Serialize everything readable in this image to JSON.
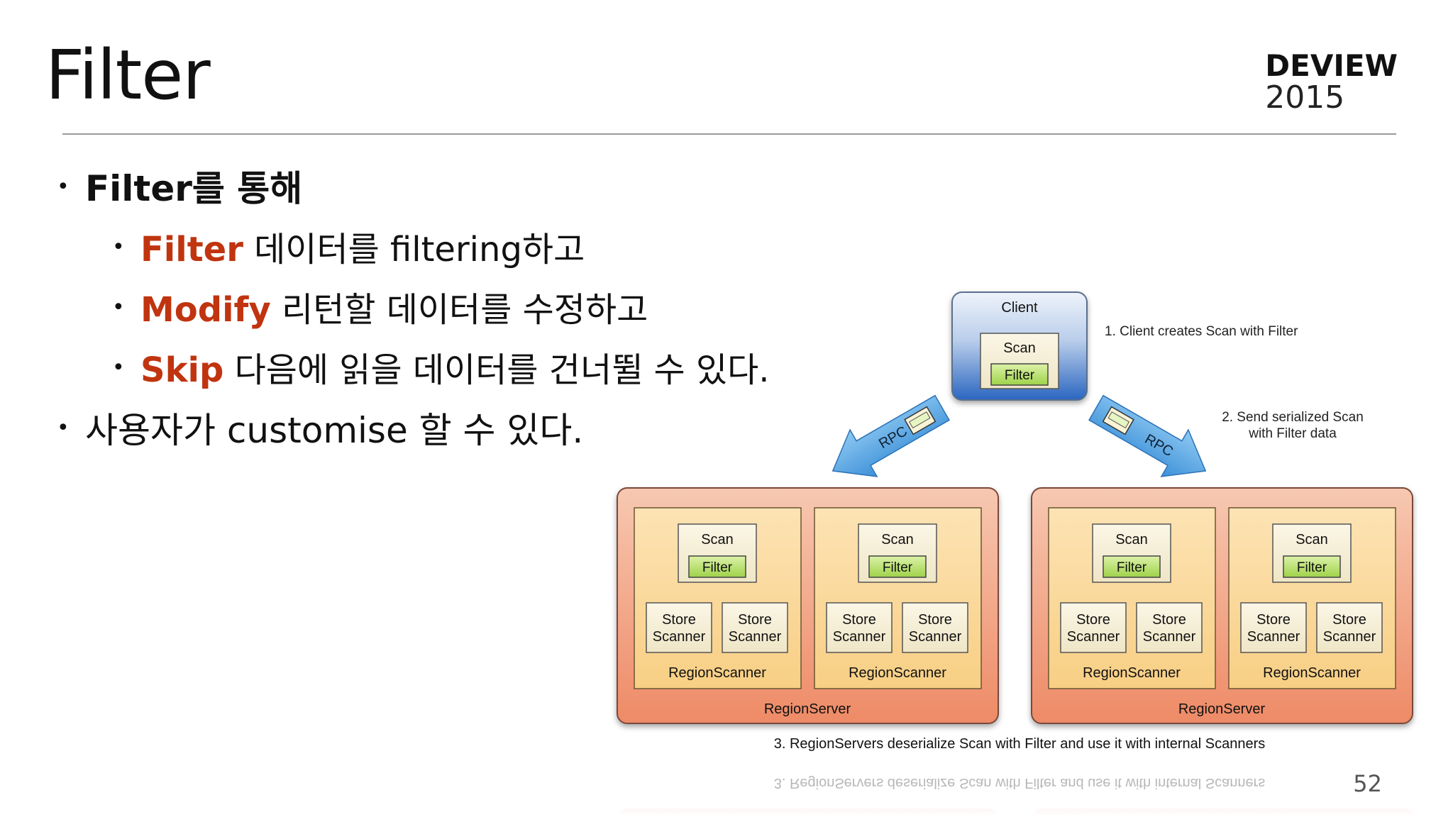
{
  "slide": {
    "title": "Filter",
    "brand": {
      "name": "DEVIEW",
      "year": "2015"
    },
    "page_number": "52"
  },
  "bullets": {
    "b1": {
      "text": "Filter를 통해"
    },
    "b1_sub": [
      {
        "keyword": "Filter",
        "text": " 데이터를 filtering하고"
      },
      {
        "keyword": "Modify",
        "text": " 리턴할 데이터를 수정하고"
      },
      {
        "keyword": "Skip",
        "text": " 다음에 읽을 데이터를 건너뛸 수 있다."
      }
    ],
    "b2": {
      "text": "사용자가 customise 할 수 있다."
    }
  },
  "diagram": {
    "client": {
      "label": "Client",
      "scan": "Scan",
      "filter": "Filter"
    },
    "step1": "1. Client creates Scan with Filter",
    "step2_line1": "2. Send serialized Scan",
    "step2_line2": "with Filter data",
    "step3": "3. RegionServers deserialize Scan with Filter and use it with internal Scanners",
    "rpc_label": "RPC",
    "region_server_label": "RegionServer",
    "region_scanner_label": "RegionScanner",
    "scan_label": "Scan",
    "filter_label": "Filter",
    "store_label": "Store",
    "scanner_label": "Scanner",
    "colors": {
      "client_top": "#dfe8f6",
      "client_bottom": "#2f6fc7",
      "region_server_fill": "#f3a184",
      "region_scanner_fill": "#fbd89a",
      "arrow_fill": "#5aa9e6",
      "red_keyword": "#c0340f",
      "filter_fill": "#b5e06a"
    }
  }
}
